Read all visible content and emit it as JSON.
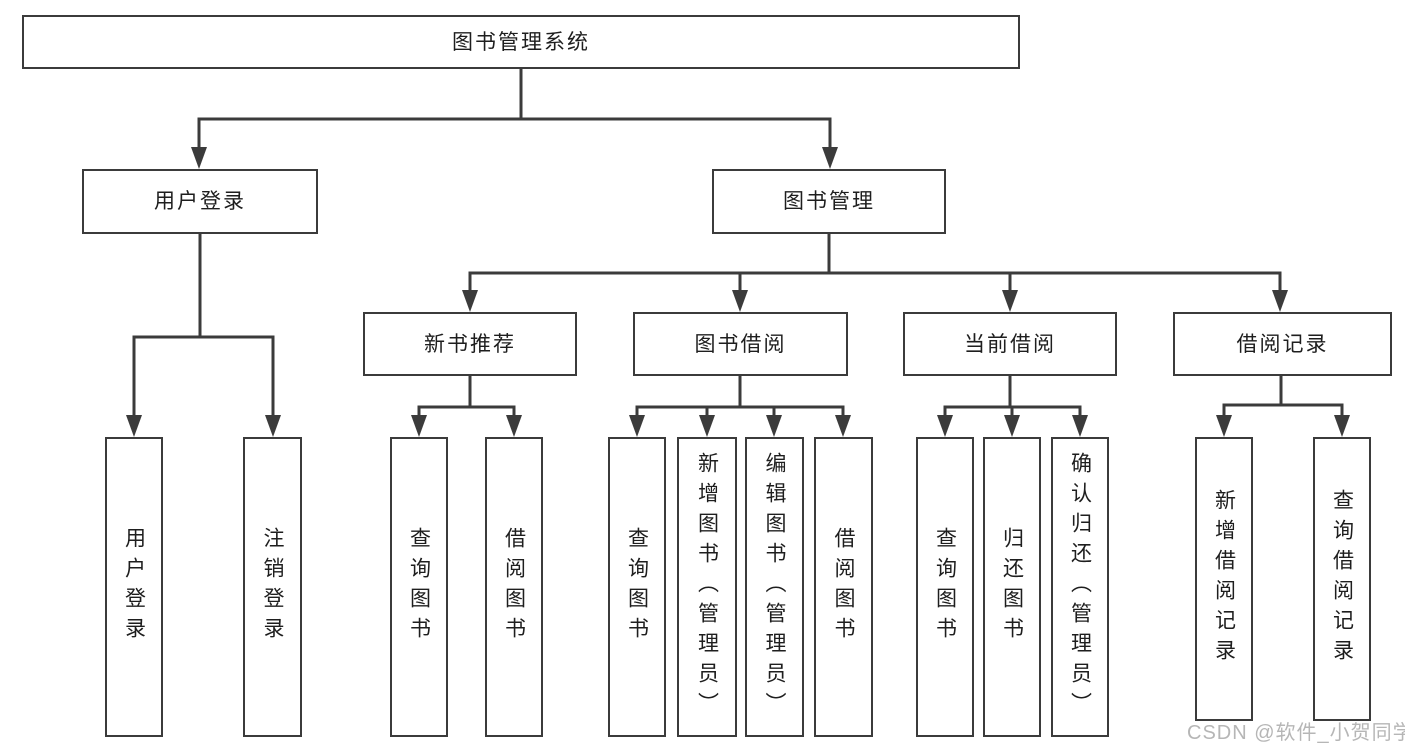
{
  "colors": {
    "line": "#3b3b3b",
    "text": "#1e1e1e",
    "watermark": "#b6b6b6",
    "background": "#ffffff"
  },
  "watermark": {
    "text": "CSDN @软件_小贺同学"
  },
  "tree": {
    "root": {
      "label": "图书管理系统"
    },
    "branches": [
      {
        "label": "用户登录",
        "children": [
          {
            "label": "用户登录"
          },
          {
            "label": "注销登录"
          }
        ]
      },
      {
        "label": "图书管理",
        "children": [
          {
            "label": "新书推荐",
            "children": [
              {
                "label": "查询图书"
              },
              {
                "label": "借阅图书"
              }
            ]
          },
          {
            "label": "图书借阅",
            "children": [
              {
                "label": "查询图书"
              },
              {
                "label": "新增图书（管理员）"
              },
              {
                "label": "编辑图书（管理员）"
              },
              {
                "label": "借阅图书"
              }
            ]
          },
          {
            "label": "当前借阅",
            "children": [
              {
                "label": "查询图书"
              },
              {
                "label": "归还图书"
              },
              {
                "label": "确认归还（管理员）"
              }
            ]
          },
          {
            "label": "借阅记录",
            "children": [
              {
                "label": "新增借阅记录"
              },
              {
                "label": "查询借阅记录"
              }
            ]
          }
        ]
      }
    ]
  }
}
